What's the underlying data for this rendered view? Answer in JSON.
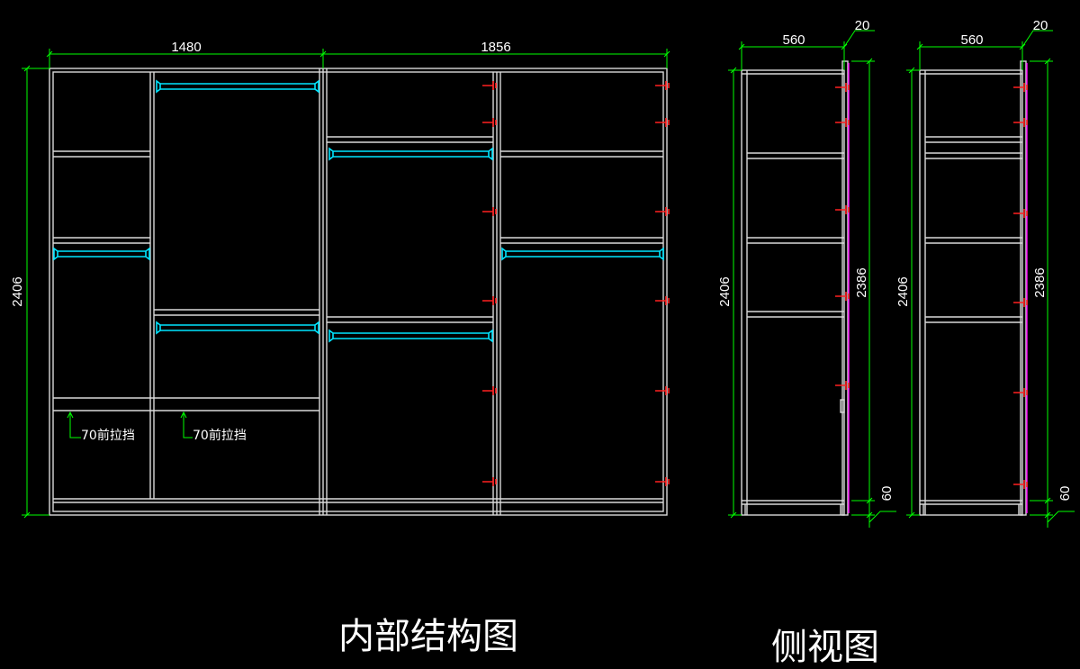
{
  "front_view": {
    "dim_left_width": "1480",
    "dim_right_width": "1856",
    "dim_height": "2406",
    "note_1": "70前拉挡",
    "note_2": "70前拉挡",
    "title": "内部结构图"
  },
  "side_view_a": {
    "dim_depth": "560",
    "dim_door": "20",
    "dim_height": "2406",
    "dim_inner_height": "2386",
    "dim_plinth": "60"
  },
  "side_view_b": {
    "dim_depth": "560",
    "dim_door": "20",
    "dim_height": "2406",
    "dim_inner_height": "2386",
    "dim_plinth": "60"
  },
  "side_title": "侧视图",
  "colors": {
    "background": "#000000",
    "panel": "#d9d9d9",
    "dimension": "#00ff00",
    "hanging_rod": "#00e5ff",
    "hinge": "#ff2020",
    "door": "#ff00ff"
  }
}
